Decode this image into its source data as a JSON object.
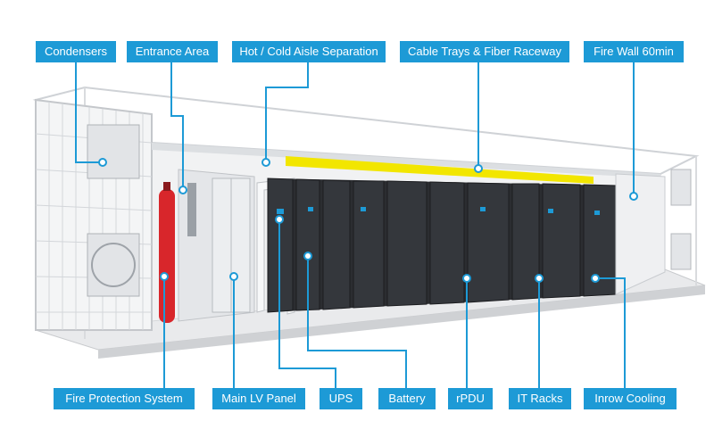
{
  "labels": {
    "condensers": "Condensers",
    "entrance_area": "Entrance Area",
    "aisle_separation": "Hot / Cold Aisle Separation",
    "cable_trays": "Cable Trays & Fiber Raceway",
    "fire_wall": "Fire Wall 60min",
    "fire_protection": "Fire Protection System",
    "main_lv_panel": "Main LV Panel",
    "ups": "UPS",
    "battery": "Battery",
    "rpdu": "rPDU",
    "it_racks": "IT Racks",
    "inrow_cooling": "Inrow Cooling"
  },
  "colors": {
    "accent": "#1d9ad6",
    "rack": "#2b2d31",
    "cable_tray": "#f2e600",
    "fire_extinguisher": "#d8262b"
  }
}
